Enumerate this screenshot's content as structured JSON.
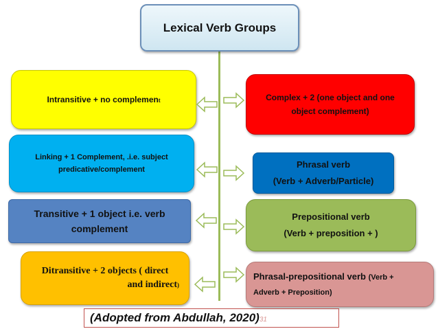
{
  "title": "Lexical Verb Groups",
  "left_boxes": {
    "intransitive": {
      "line1": "Intransitive + no complemen",
      "line1_tail": "t"
    },
    "linking": {
      "line1": "Linking + 1 Complement, .i.e. subject",
      "line2": "predicative/complement"
    },
    "transitive": {
      "line1": "Transitive + 1 object i.e. verb",
      "line2": "complement"
    },
    "ditransitive": {
      "line1": "Ditransitive +  2 objects ( direct",
      "line2": "and indirect",
      "line2_tail": ")"
    }
  },
  "right_boxes": {
    "complex": {
      "line1": "Complex + 2 (one object and one",
      "line2": "object complement)"
    },
    "phrasal": {
      "line1": "Phrasal verb",
      "line2": "(Verb + Adverb/Particle)"
    },
    "prepositional": {
      "line1": "Prepositional verb",
      "line2": "(Verb + preposition + )"
    },
    "phrasal_prepositional": {
      "line1_main": "Phrasal-prepositional verb ",
      "line1_small": "(Verb +",
      "line2": "Adverb + Preposition)"
    }
  },
  "citation": "(Adopted from Abdullah, 2020)",
  "slide_number": "31",
  "colors": {
    "trunk": "#9bbb59",
    "intransitive": "#ffff00",
    "linking": "#00b0f0",
    "transitive": "#5583c2",
    "ditransitive": "#ffc000",
    "complex": "#ff0000",
    "phrasal": "#0070c0",
    "prepositional": "#9bbb59",
    "phrasal_prepositional": "#d99694"
  }
}
